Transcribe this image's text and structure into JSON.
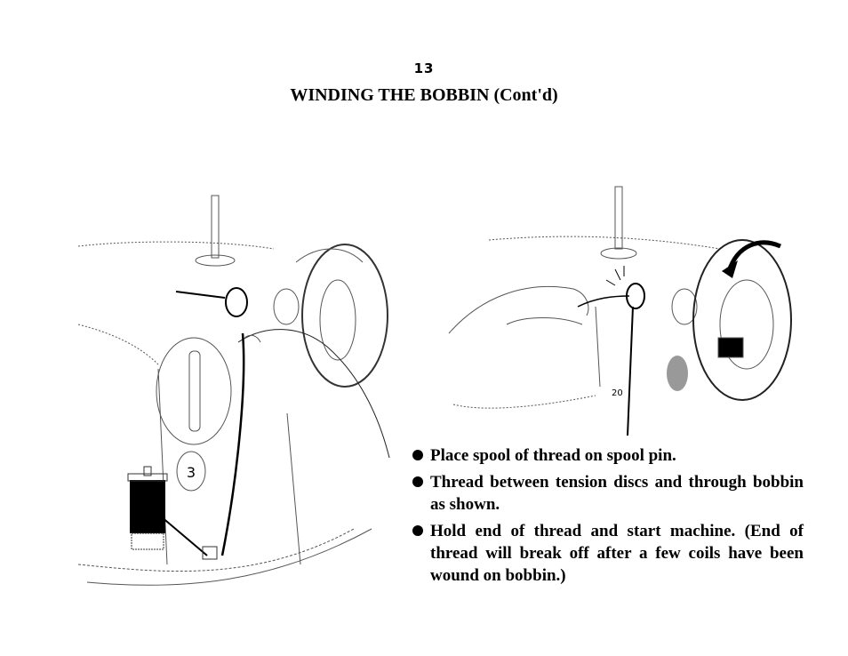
{
  "page": {
    "number": "13",
    "title": "WINDING THE BOBBIN (Cont'd)"
  },
  "illustrations": {
    "left_dial_label": "3",
    "right_dial_label": "20"
  },
  "instructions": [
    "Place spool of thread on spool pin.",
    "Thread between tension discs and through bobbin as shown.",
    "Hold end of thread and start machine. (End of thread will break off after a few coils have been wound on bobbin.)"
  ],
  "colors": {
    "ink": "#000000",
    "paper": "#ffffff"
  }
}
